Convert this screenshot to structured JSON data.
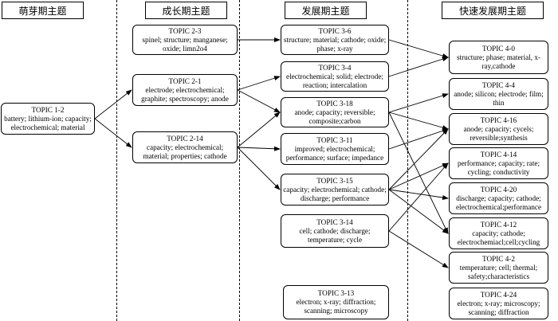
{
  "stages": [
    {
      "id": "s1",
      "label": "萌芽期主题"
    },
    {
      "id": "s2",
      "label": "成长期主题"
    },
    {
      "id": "s3",
      "label": "发展期主题"
    },
    {
      "id": "s4",
      "label": "快速发展期主题"
    }
  ],
  "topics": {
    "t12": {
      "title": "TOPIC 1-2",
      "keywords": "battery; lithium-ion; capacity; electrochemical; material"
    },
    "t23": {
      "title": "TOPIC 2-3",
      "keywords": "spinel; structure; manganese; oxide; limn2o4"
    },
    "t21": {
      "title": "TOPIC 2-1",
      "keywords": "electrode; electrochemical; graphite; spectroscopy; anode"
    },
    "t214": {
      "title": "TOPIC 2-14",
      "keywords": "capacity; electrochemical; material; properties; cathode"
    },
    "t36": {
      "title": "TOPIC 3-6",
      "keywords": "structure; material; cathode; oxide; phase; x-ray"
    },
    "t34": {
      "title": "TOPIC 3-4",
      "keywords": "electrochemical; solid; electrode; reaction; intercalation"
    },
    "t318": {
      "title": "TOPIC 3-18",
      "keywords": "anode; capacity; reversible; composite;carbon"
    },
    "t311": {
      "title": "TOPIC 3-11",
      "keywords": "improved; electrochemical; performance; surface; impedance"
    },
    "t315": {
      "title": "TOPIC 3-15",
      "keywords": "capacity; electrochemical; cathode; discharge; performance"
    },
    "t314": {
      "title": "TOPIC 3-14",
      "keywords": "cell; cathode; discharge; temperature; cycle"
    },
    "t313": {
      "title": "TOPIC 3-13",
      "keywords": "electron; x-ray; diffraction; scanning; microscopy"
    },
    "t40": {
      "title": "TOPIC 4-0",
      "keywords": "structure; phase; material, x-ray,cathode"
    },
    "t44": {
      "title": "TOPIC 4-4",
      "keywords": "anode; silicon; electrode; film; thin"
    },
    "t416": {
      "title": "TOPIC 4-16",
      "keywords": "anode; capacity; cycels; reversible;synthesis"
    },
    "t414": {
      "title": "TOPIC 4-14",
      "keywords": "performance; capacity; rate; cycling; conductivity"
    },
    "t420": {
      "title": "TOPIC 4-20",
      "keywords": "discharge; capacity; cathode; electrochemical;performance"
    },
    "t412": {
      "title": "TOPIC 4-12",
      "keywords": "capacity; cathode; electrochemiacl;cell;cycling"
    },
    "t42": {
      "title": "TOPIC 4-2",
      "keywords": "temperature; cell; thermal; safety;characteristics"
    },
    "t424": {
      "title": "TOPIC 4-24",
      "keywords": "electron; x-ray; microscopy; scanning; diffraction"
    }
  },
  "links": [
    [
      "t12",
      "t21"
    ],
    [
      "t12",
      "t214"
    ],
    [
      "t23",
      "t36"
    ],
    [
      "t21",
      "t34"
    ],
    [
      "t21",
      "t318"
    ],
    [
      "t214",
      "t318"
    ],
    [
      "t214",
      "t311"
    ],
    [
      "t214",
      "t315"
    ],
    [
      "t36",
      "t40"
    ],
    [
      "t34",
      "t40"
    ],
    [
      "t318",
      "t44"
    ],
    [
      "t318",
      "t416"
    ],
    [
      "t318",
      "t412"
    ],
    [
      "t311",
      "t416"
    ],
    [
      "t315",
      "t416"
    ],
    [
      "t315",
      "t414"
    ],
    [
      "t315",
      "t420"
    ],
    [
      "t315",
      "t412"
    ],
    [
      "t314",
      "t414"
    ],
    [
      "t314",
      "t42"
    ]
  ]
}
